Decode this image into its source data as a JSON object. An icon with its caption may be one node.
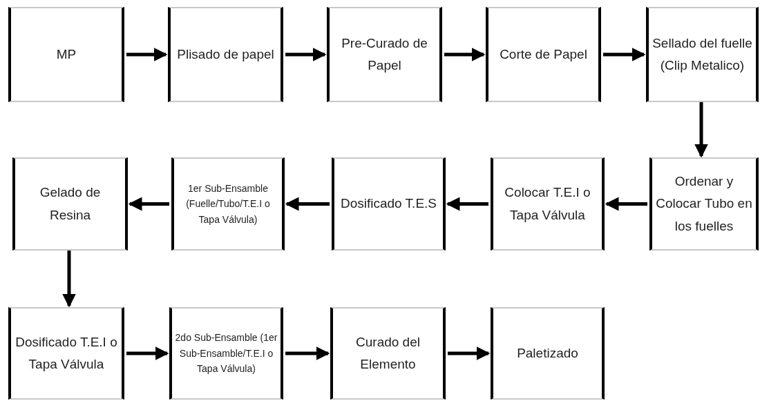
{
  "diagram": {
    "nodes": [
      {
        "text": [
          "MP"
        ]
      },
      {
        "text": [
          "Plisado de papel"
        ]
      },
      {
        "text": [
          "Pre-Curado de Papel"
        ]
      },
      {
        "text": [
          "Corte de Papel"
        ]
      },
      {
        "text": [
          "Sellado del fuelle (Clip Metalico)"
        ]
      },
      {
        "text": [
          "Ordenar y Colocar Tubo en los fuelles"
        ]
      },
      {
        "text": [
          "Colocar T.E.I o Tapa Válvula"
        ]
      },
      {
        "text": [
          "Dosificado T.E.S"
        ]
      },
      {
        "text": [
          "1er Sub-Ensamble (Fuelle/Tubo/T.E.I o Tapa Válvula)"
        ]
      },
      {
        "text": [
          "Gelado de Resina"
        ]
      },
      {
        "text": [
          "Dosificado T.E.I o Tapa Válvula"
        ]
      },
      {
        "text": [
          "2do Sub-Ensamble (1er Sub-Ensamble/T.E.I o Tapa Válvula)"
        ]
      },
      {
        "text": [
          "Curado del Elemento"
        ]
      },
      {
        "text": [
          "Paletizado"
        ]
      }
    ],
    "edges": [
      {
        "from": 0,
        "to": 1,
        "arrow": "to"
      },
      {
        "from": 1,
        "to": 2,
        "arrow": "to"
      },
      {
        "from": 2,
        "to": 3,
        "arrow": "to"
      },
      {
        "from": 3,
        "to": 4,
        "arrow": "to"
      },
      {
        "from": 4,
        "to": 5,
        "arrow": "to"
      },
      {
        "from": 5,
        "to": 6,
        "arrow": "to"
      },
      {
        "from": 6,
        "to": 7,
        "arrow": "to"
      },
      {
        "from": 7,
        "to": 8,
        "arrow": "to"
      },
      {
        "from": 8,
        "to": 9,
        "arrow": "to"
      },
      {
        "from": 9,
        "to": 10,
        "arrow": "to"
      },
      {
        "from": 10,
        "to": 11,
        "arrow": "to"
      },
      {
        "from": 11,
        "to": 12,
        "arrow": "to"
      },
      {
        "from": 12,
        "to": 13,
        "arrow": "to"
      }
    ]
  }
}
